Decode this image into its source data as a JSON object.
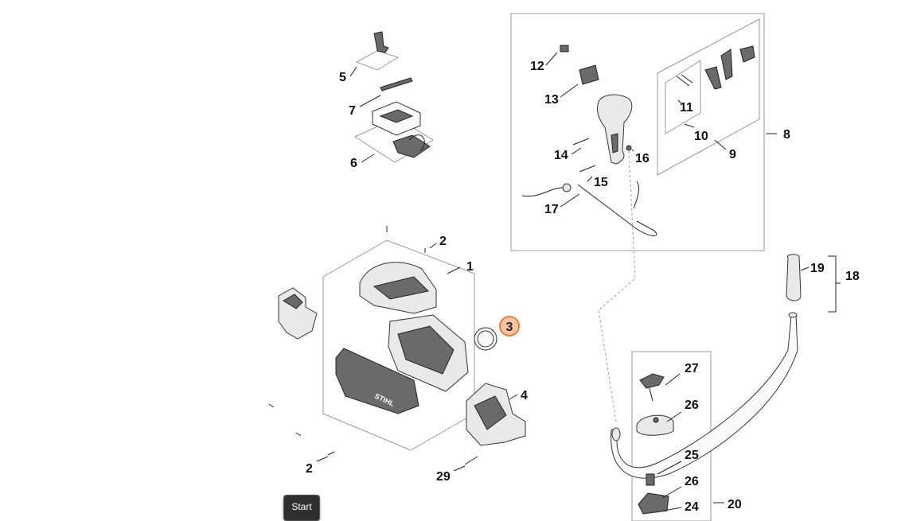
{
  "callouts": {
    "c1": "1",
    "c2a": "2",
    "c2b": "2",
    "c3": "3",
    "c4": "4",
    "c5": "5",
    "c6": "6",
    "c7": "7",
    "c8": "8",
    "c9": "9",
    "c10": "10",
    "c11": "11",
    "c12": "12",
    "c13": "13",
    "c14": "14",
    "c15": "15",
    "c16": "16",
    "c17": "17",
    "c18": "18",
    "c19": "19",
    "c20": "20",
    "c24": "24",
    "c25": "25",
    "c26a": "26",
    "c26b": "26",
    "c27": "27",
    "c29": "29"
  },
  "highlighted_part": "3",
  "housing_brand": "STIHL",
  "start_button": {
    "label": "Start"
  },
  "colors": {
    "highlight_fill": "#f8c6a5",
    "highlight_stroke": "#e8803a"
  }
}
